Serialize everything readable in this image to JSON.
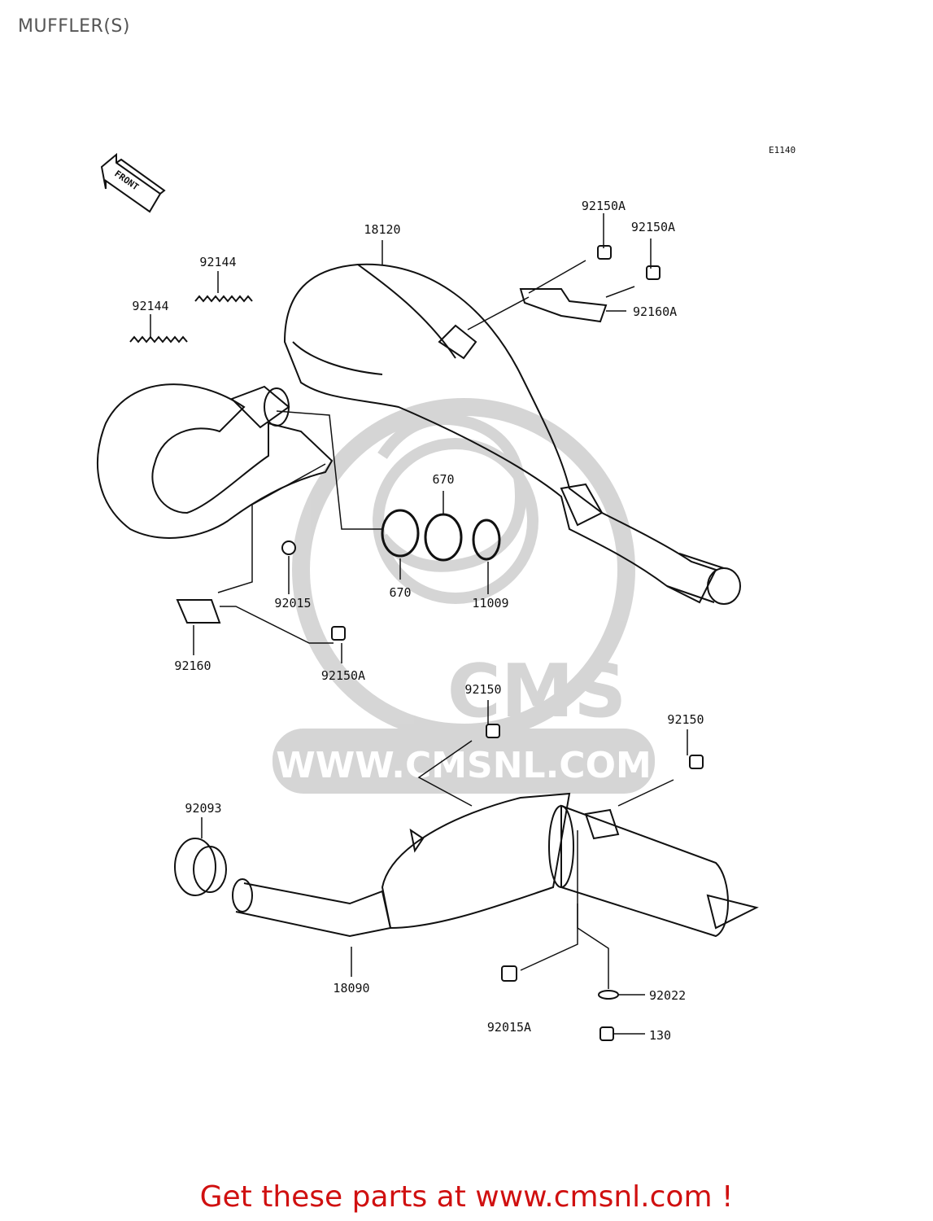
{
  "page": {
    "title": "MUFFLER(S)"
  },
  "diagram": {
    "code": "E1140",
    "front_label": "FRONT",
    "watermark": {
      "logo": "CMS",
      "site": "WWW.CMSNL.COM"
    },
    "parts": {
      "p18120": "18120",
      "p92150A_1": "92150A",
      "p92150A_2": "92150A",
      "p92160A": "92160A",
      "p92144_1": "92144",
      "p92144_2": "92144",
      "p670_1": "670",
      "p670_2": "670",
      "p11009": "11009",
      "p92015": "92015",
      "p92160": "92160",
      "p92150A_3": "92150A",
      "p92150_1": "92150",
      "p92150_2": "92150",
      "p92093": "92093",
      "p18090": "18090",
      "p92015A": "92015A",
      "p92022": "92022",
      "p130": "130"
    }
  },
  "footer": {
    "link_text": "Get these parts at www.cmsnl.com !"
  }
}
